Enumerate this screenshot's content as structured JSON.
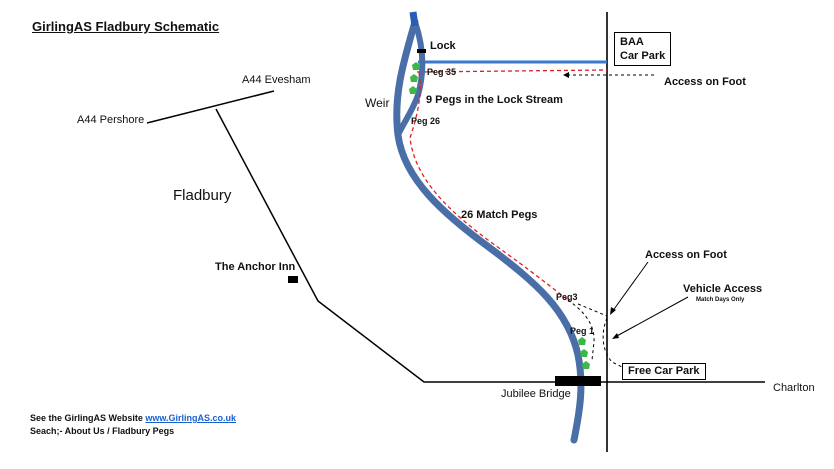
{
  "title": "GirlingAS Fladbury Schematic",
  "roads": {
    "evesham": "A44 Evesham",
    "pershore": "A44 Pershore",
    "charlton": "Charlton"
  },
  "places": {
    "village": "Fladbury",
    "pub": "The Anchor Inn",
    "bridge": "Jubilee Bridge",
    "weir": "Weir",
    "lock": "Lock"
  },
  "car_parks": {
    "baa_line1": "BAA",
    "baa_line2": "Car Park",
    "free": "Free Car Park"
  },
  "access": {
    "foot_top": "Access on Foot",
    "foot_bottom": "Access on Foot",
    "vehicle": "Vehicle Access",
    "vehicle_note": "Match Days Only"
  },
  "pegs": {
    "peg35": "Peg 35",
    "peg26": "Peg 26",
    "peg3": "Peg3",
    "peg1": "Peg 1",
    "lock_stream": "9 Pegs in the Lock Stream",
    "match": "26 Match Pegs"
  },
  "footer": {
    "line1_prefix": "See the GirlingAS Website ",
    "link": "www.GirlingAS.co.uk",
    "line2": "Seach;- About Us / Fladbury Pegs"
  },
  "colors": {
    "river": "#4a6fa8",
    "river_top": "#2a5cb8",
    "peg_line": "#e02020",
    "tree": "#3db848",
    "road": "#000000"
  }
}
